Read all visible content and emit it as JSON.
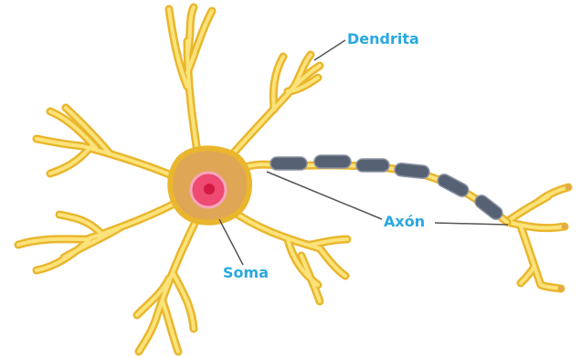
{
  "labels": {
    "dendrite": "Dendrita",
    "axon": "Axón",
    "soma": "Soma"
  },
  "colors": {
    "label_text": "#29a8e0",
    "leader_line": "#555555",
    "dendrite_outline": "#e9b62e",
    "dendrite_fill": "#fbe37a",
    "soma_fill": "#dfa656",
    "nucleus": "#ee4a72",
    "nucleolus": "#d21a43",
    "myelin": "#566174",
    "myelin_highlight": "#8a93a3"
  }
}
